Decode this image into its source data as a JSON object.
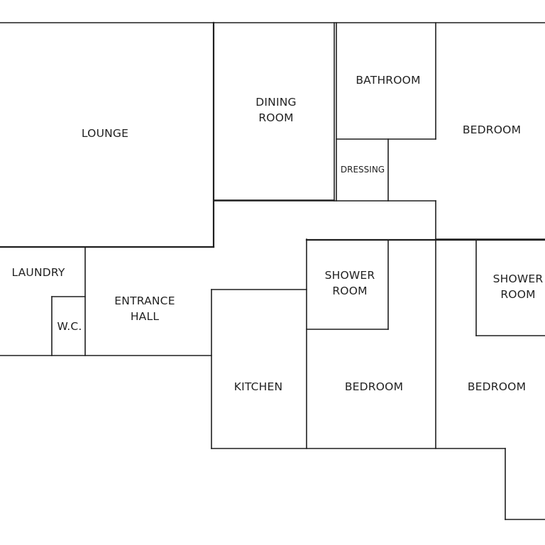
{
  "rooms": {
    "lounge": [
      "LOUNGE"
    ],
    "dining_room": [
      "DINING",
      "ROOM"
    ],
    "bathroom": [
      "BATHROOM"
    ],
    "bedroom_main": [
      "BEDROOM"
    ],
    "dressing": [
      "DRESSING"
    ],
    "laundry": [
      "LAUNDRY"
    ],
    "wc": [
      "W.C."
    ],
    "entrance_hall": [
      "ENTRANCE",
      "HALL"
    ],
    "shower_room_1": [
      "SHOWER",
      "ROOM"
    ],
    "shower_room_2": [
      "SHOWER",
      "ROOM"
    ],
    "kitchen": [
      "KITCHEN"
    ],
    "bedroom_2": [
      "BEDROOM"
    ],
    "bedroom_3": [
      "BEDROOM"
    ]
  },
  "colors": {
    "wall": "#1f1f1f",
    "text": "#222222",
    "background": "#ffffff"
  }
}
